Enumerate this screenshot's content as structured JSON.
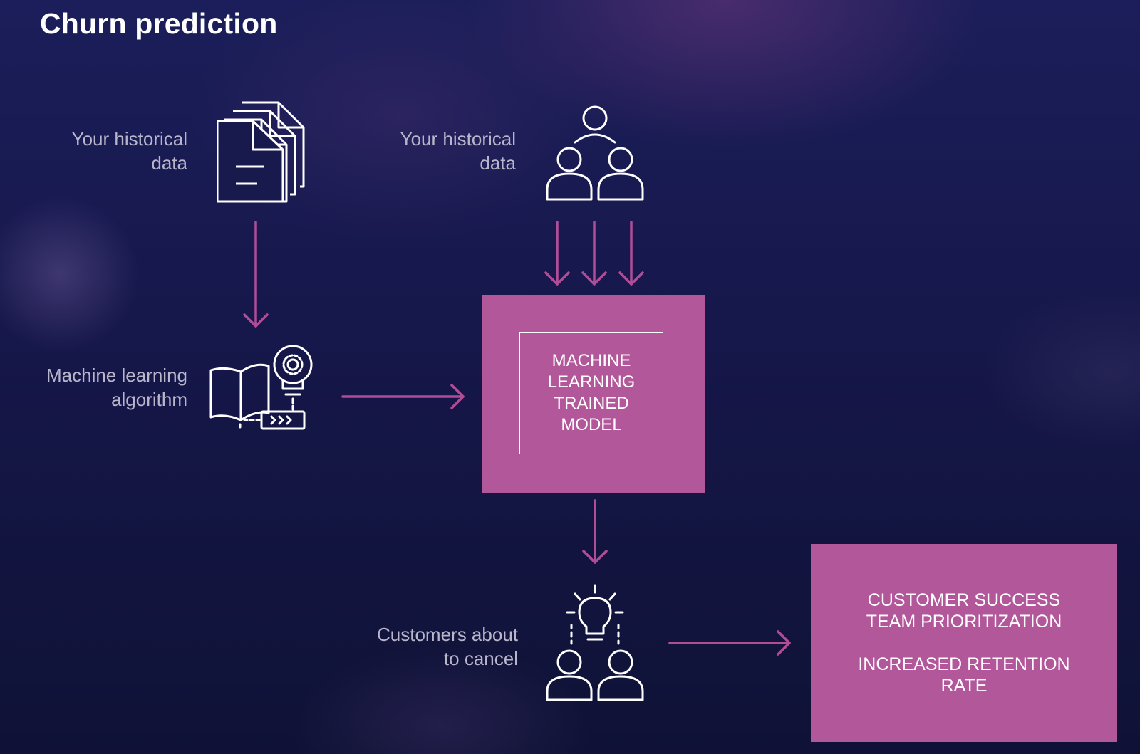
{
  "title": "Churn prediction",
  "labels": {
    "historical_data_docs": [
      "Your historical",
      "data"
    ],
    "historical_data_people": [
      "Your historical",
      "data"
    ],
    "ml_algorithm": [
      "Machine learning",
      "algorithm"
    ],
    "customers_about": [
      "Customers about",
      "to cancel"
    ]
  },
  "model_box": {
    "lines": [
      "MACHINE",
      "LEARNING",
      "TRAINED",
      "MODEL"
    ]
  },
  "outcome_box": {
    "line1": "CUSTOMER SUCCESS",
    "line2": "TEAM PRIORITIZATION",
    "line3": "INCREASED RETENTION",
    "line4": "RATE"
  },
  "colors": {
    "accent": "#b3579b",
    "arrow": "#b14d97",
    "text_muted": "#b9b6cc",
    "icon_stroke": "#ffffff"
  },
  "icons": [
    "documents-icon",
    "team-hierarchy-icon",
    "book-lightbulb-gear-icon",
    "people-idea-icon"
  ]
}
